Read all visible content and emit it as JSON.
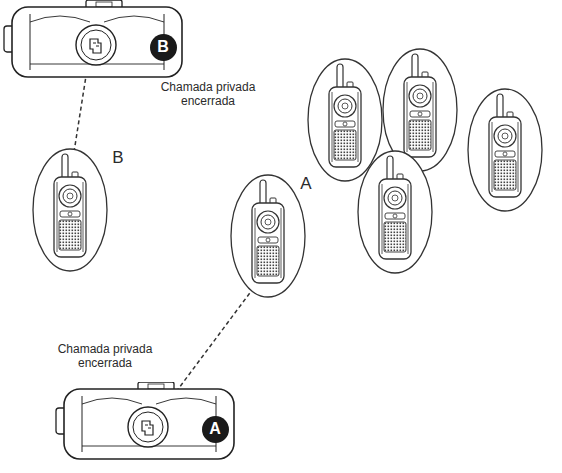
{
  "diagram": {
    "nodes": [
      {
        "text": [
          "B"
        ]
      },
      {
        "text": [
          "A"
        ]
      }
    ],
    "labels": [
      "Chamada privada encerrada",
      "B",
      "A",
      "Chamada privada encerrada"
    ]
  }
}
